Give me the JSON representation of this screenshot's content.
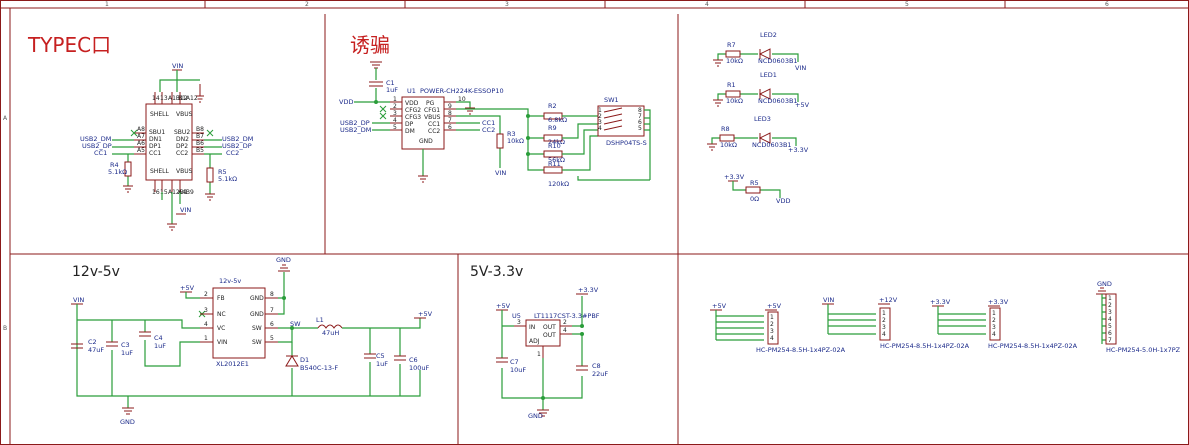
{
  "sheet": {
    "ruler_columns": [
      "1",
      "2",
      "3",
      "4",
      "5",
      "6"
    ],
    "ruler_rows": [
      "A",
      "B"
    ]
  },
  "sections": {
    "typec": "TYPEC口",
    "trigger": "诱骗",
    "buck": "12v-5v",
    "ldo": "5V-3.3v"
  },
  "typec": {
    "vin_top": "VIN",
    "vin_bottom": "VIN",
    "pins_left": [
      "A8",
      "A7",
      "A6",
      "A5"
    ],
    "pins_left_names": [
      "SBU1",
      "DN1",
      "DP1",
      "CC1"
    ],
    "pins_right": [
      "B8",
      "B7",
      "B6",
      "B5"
    ],
    "pins_right_names": [
      "SBU2",
      "DN2",
      "DP2",
      "CC2"
    ],
    "top_pins": [
      "14",
      "13",
      "A1B12",
      "B1A12"
    ],
    "top_names": [
      "SHELL",
      "SHELL",
      "GND",
      "VBUS"
    ],
    "bot_pins": [
      "16",
      "15",
      "A12B1",
      "A4B9"
    ],
    "bot_names": [
      "SHELL",
      "SHELL",
      "GND",
      "VBUS"
    ],
    "nets_left": [
      "USB2_DM",
      "USB2_DP",
      "CC1"
    ],
    "nets_right": [
      "USB2_DM",
      "USB2_DP",
      "CC2"
    ],
    "r4": "R4",
    "r4v": "5.1kΩ",
    "r5": "R5",
    "r5v": "5.1kΩ"
  },
  "trigger": {
    "c1": "C1",
    "c1v": "1uF",
    "u1": "U1",
    "u1v": "POWER-CH224K-ESSOP10",
    "vdd": "VDD",
    "u1_left_pins": [
      "1",
      "2",
      "3",
      "4",
      "5"
    ],
    "u1_left_names": [
      "VDD",
      "CFG2",
      "CFG3",
      "DP",
      "DM"
    ],
    "u1_right_pins": [
      "10",
      "9",
      "8",
      "7",
      "6"
    ],
    "u1_right_names": [
      "PG",
      "CFG1",
      "VBUS",
      "CC1",
      "CC2"
    ],
    "u1_gnd": "GND",
    "nets_in": [
      "USB2_DP",
      "USB2_DM"
    ],
    "nets_cc": [
      "CC1",
      "CC2"
    ],
    "r3": "R3",
    "r3v": "10kΩ",
    "vin": "VIN",
    "r2": "R2",
    "r2v": "6.8kΩ",
    "r9": "R9",
    "r9v": "24kΩ",
    "r10": "R10",
    "r10v": "56kΩ",
    "r11": "R11",
    "r11v": "120kΩ",
    "sw1": "SW1",
    "sw1v": "DSHP04TS-S",
    "sw_pins_l": [
      "1",
      "2",
      "3",
      "4"
    ],
    "sw_pins_r": [
      "8",
      "7",
      "6",
      "5"
    ]
  },
  "leds": {
    "r7": "R7",
    "r7v": "10kΩ",
    "led2": "LED2",
    "led2v": "NCD0603B1",
    "led2net": "VIN",
    "r1": "R1",
    "r1v": "10kΩ",
    "led1": "LED1",
    "led1v": "NCD0603B1",
    "led1net": "+5V",
    "r8": "R8",
    "r8v": "10kΩ",
    "led3": "LED3",
    "led3v": "NCD0603B1",
    "led3net": "+3.3V",
    "pwr33": "+3.3V",
    "r5": "R5",
    "r5v": "0Ω",
    "vdd": "VDD"
  },
  "buck": {
    "vin": "VIN",
    "c2": "C2",
    "c2v": "47uF",
    "c3": "C3",
    "c3v": "1uF",
    "c4": "C4",
    "c4v": "1uF",
    "p5v": "+5V",
    "ic": "12v-5v",
    "ic_left_pins": [
      "2",
      "3",
      "4",
      "1"
    ],
    "ic_left_names": [
      "FB",
      "NC",
      "VC",
      "VIN"
    ],
    "ic_right_pins": [
      "8",
      "7",
      "6",
      "5"
    ],
    "ic_right_names": [
      "GND",
      "GND",
      "SW",
      "SW"
    ],
    "ic_part": "XL2012E1",
    "gnd_top": "GND",
    "sw": "SW",
    "l1": "L1",
    "l1v": "47uH",
    "d1": "D1",
    "d1v": "B540C-13-F",
    "c5": "C5",
    "c5v": "1uF",
    "c6": "C6",
    "c6v": "100uF",
    "out": "+5V",
    "gnd": "GND"
  },
  "ldo": {
    "in": "+5V",
    "u5": "U5",
    "u5v": "LT1117CST-3.3#PBF",
    "pins": [
      "3",
      "1",
      "2",
      "4"
    ],
    "names": [
      "IN",
      "ADJ",
      "OUT",
      "OUT"
    ],
    "out": "+3.3V",
    "c7": "C7",
    "c7v": "10uF",
    "c8": "C8",
    "c8v": "22uF",
    "gnd": "GND"
  },
  "headers": {
    "h1_net": "+5V",
    "h1_net2": "+5V",
    "h1_part": "HC-PM254-8.5H-1x4PZ-02A",
    "h2_net": "VIN",
    "h2_net2": "+12V",
    "h2_part": "HC-PM254-8.5H-1x4PZ-02A",
    "h3_net": "+3.3V",
    "h3_net2": "+3.3V",
    "h3_part": "HC-PM254-8.5H-1x4PZ-02A",
    "h4_net": "GND",
    "h4_part": "HC-PM254-5.0H-1x7PZ",
    "pins4": [
      "1",
      "2",
      "3",
      "4"
    ],
    "pins7": [
      "1",
      "2",
      "3",
      "4",
      "5",
      "6",
      "7"
    ]
  }
}
